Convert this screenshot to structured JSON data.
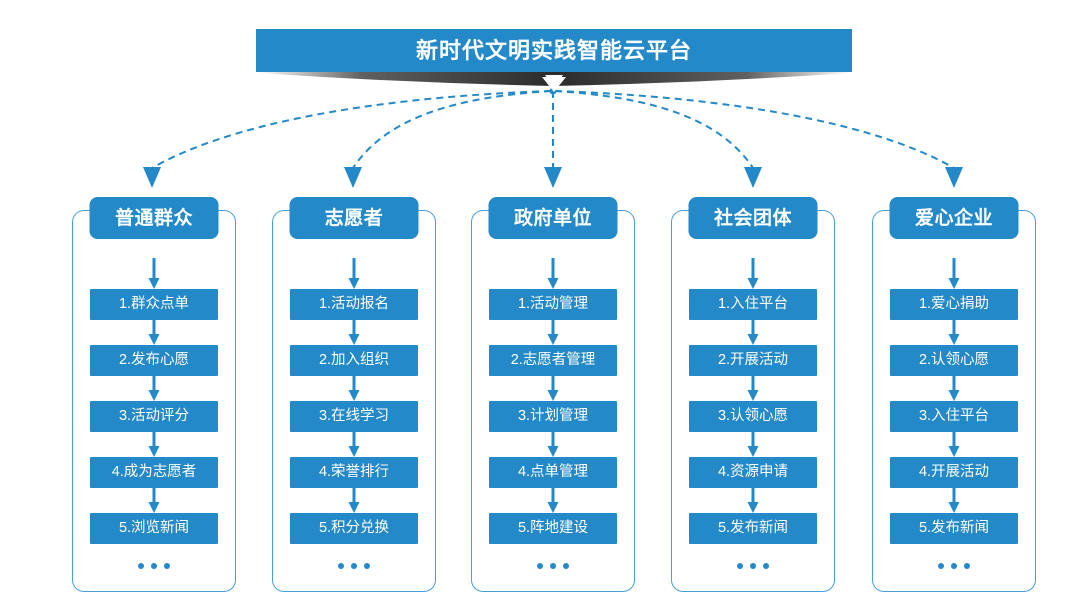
{
  "header": {
    "title": "新时代文明实践智能云平台",
    "banner_color": "#2389c9",
    "shadow_color": "#2b2b2b",
    "arrow_glyph": "▼"
  },
  "theme": {
    "accent": "#2389c9",
    "border": "#46a0d8",
    "text_on_accent": "#ffffff",
    "background": "#ffffff"
  },
  "columns": [
    {
      "header": "普通群众",
      "items": [
        "1.群众点单",
        "2.发布心愿",
        "3.活动评分",
        "4.成为志愿者",
        "5.浏览新闻"
      ],
      "more": "..."
    },
    {
      "header": "志愿者",
      "items": [
        "1.活动报名",
        "2.加入组织",
        "3.在线学习",
        "4.荣誉排行",
        "5.积分兑换"
      ],
      "more": "..."
    },
    {
      "header": "政府单位",
      "items": [
        "1.活动管理",
        "2.志愿者管理",
        "3.计划管理",
        "4.点单管理",
        "5.阵地建设"
      ],
      "more": "..."
    },
    {
      "header": "社会团体",
      "items": [
        "1.入住平台",
        "2.开展活动",
        "3.认领心愿",
        "4.资源申请",
        "5.发布新闻"
      ],
      "more": "..."
    },
    {
      "header": "爱心企业",
      "items": [
        "1.爱心捐助",
        "2.认领心愿",
        "3.入住平台",
        "4.开展活动",
        "5.发布新闻"
      ],
      "more": "..."
    }
  ]
}
